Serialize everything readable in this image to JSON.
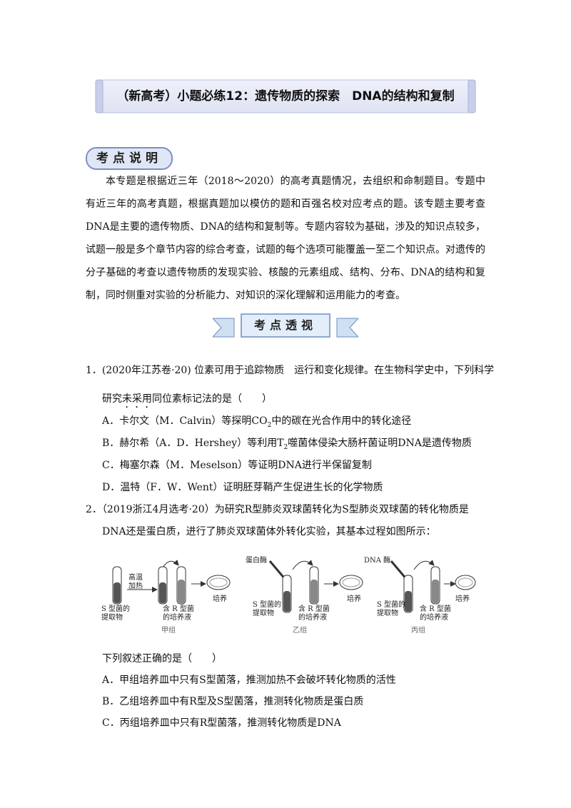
{
  "title": "（新高考）小题必练12：遗传物质的探索　DNA的结构和复制",
  "section_badge": "考点说明",
  "intro": "本专题是根据近三年（2018～2020）的高考真题情况，去组织和命制题目。专题中有近三年的高考真题，根据真题加以模仿的题和百强名校对应考点的题。该专题主要考查DNA是主要的遗传物质、DNA的结构和复制等。专题内容较为基础，涉及的知识点较多，试题一般是多个章节内容的综合考查，试题的每个选项可能覆盖一至二个知识点。对遗传的分子基础的考查以遗传物质的发现实验、核酸的元素组成、结构、分布、DNA的结构和复制，同时侧重对实验的分析能力、对知识的深化理解和运用能力的考查。",
  "ribbon": "考点透视",
  "q1": {
    "line1": "1．(2020年江苏卷·20) 位素可用于追踪物质　运行和变化规律。在生物科学史中，下列科学",
    "line2_pre": "研究",
    "line2_emph": "未采用",
    "line2_post": "同位素标记法的是（　　）",
    "a_pre": "A．卡尔文（M．Calvin）等探明CO",
    "a_sub": "2",
    "a_post": "中的碳在光合作用中的转化途径",
    "b_pre": "B．赫尔希（A．D．Hershey）等利用T",
    "b_sub": "2",
    "b_post": "噬菌体侵染大肠杆菌证明DNA是遗传物质",
    "c": "C．梅塞尔森（M．Meselson）等证明DNA进行半保留复制",
    "d": "D．温特（F．W．Went）证明胚芽鞘产生促进生长的化学物质"
  },
  "q2": {
    "line1": "2．（2019浙江4月选考·20）为研究R型肺炎双球菌转化为S型肺炎双球菌的转化物质是",
    "line2": "DNA还是蛋白质，进行了肺炎双球菌体外转化实验，其基本过程如图所示：",
    "diagram": {
      "extract": "S 型菌的\n提取物",
      "heat": "高温\n加热",
      "medium": "含 R 型菌\n的培养液",
      "culture": "培养",
      "protease": "蛋白酶",
      "dnase": "DNA 酶",
      "groups": [
        "甲组",
        "乙组",
        "丙组"
      ]
    },
    "stem": "下列叙述正确的是（　　）",
    "a": "A．甲组培养皿中只有S型菌落，推测加热不会破坏转化物质的活性",
    "b": "B．乙组培养皿中有R型及S型菌落，推测转化物质是蛋白质",
    "c": "C．丙组培养皿中只有R型菌落，推测转化物质是DNA"
  }
}
